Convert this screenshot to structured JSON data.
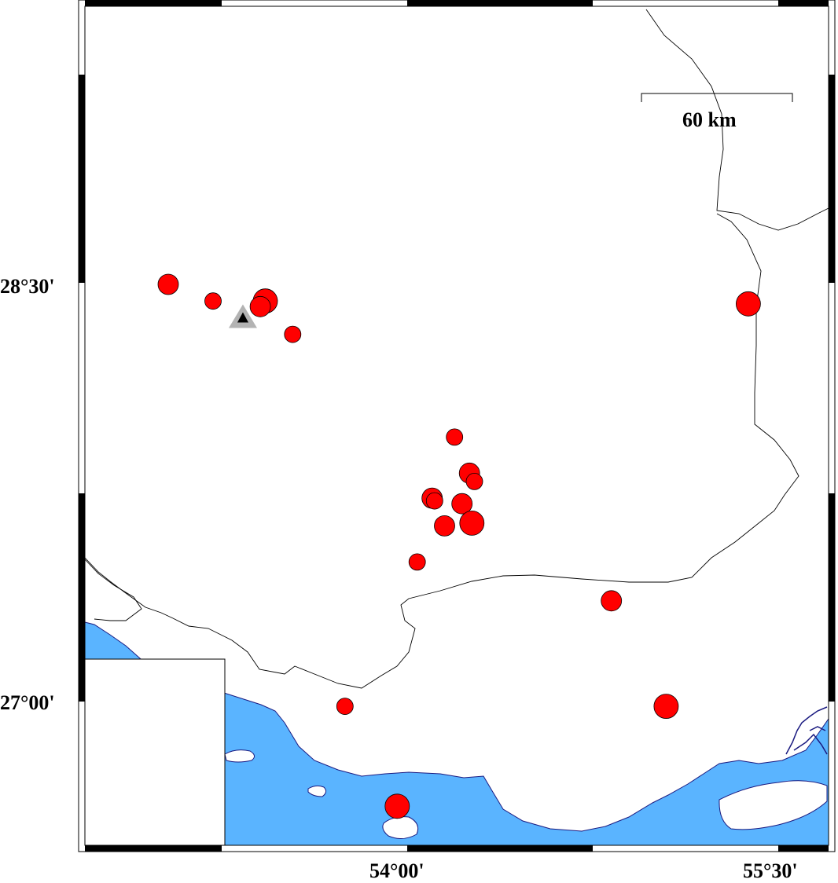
{
  "axes": {
    "lat_labels": [
      "28°30'",
      "27°00'"
    ],
    "lon_labels": [
      "54°00'",
      "55°30'"
    ]
  },
  "scale_bar": {
    "label": "60 km"
  },
  "colors": {
    "sea": "#5ab4ff",
    "land": "#ffffff",
    "coastline": "#1a1a80",
    "border": "#000000",
    "event": "#ff0000",
    "station_outer": "#b3b3b3",
    "station_inner": "#000000"
  },
  "station": {
    "icon": "triangle-station-icon",
    "lat": 28.38,
    "lon": 53.34
  },
  "events": [
    {
      "lat": 28.5,
      "lon": 53.04,
      "size": "medium"
    },
    {
      "lat": 28.44,
      "lon": 53.22,
      "size": "small"
    },
    {
      "lat": 28.44,
      "lon": 53.43,
      "size": "large"
    },
    {
      "lat": 28.42,
      "lon": 53.41,
      "size": "medium"
    },
    {
      "lat": 28.32,
      "lon": 53.54,
      "size": "small"
    },
    {
      "lat": 28.43,
      "lon": 55.37,
      "size": "large"
    },
    {
      "lat": 27.95,
      "lon": 54.19,
      "size": "small"
    },
    {
      "lat": 27.82,
      "lon": 54.25,
      "size": "medium"
    },
    {
      "lat": 27.79,
      "lon": 54.27,
      "size": "small"
    },
    {
      "lat": 27.73,
      "lon": 54.1,
      "size": "medium"
    },
    {
      "lat": 27.72,
      "lon": 54.11,
      "size": "small"
    },
    {
      "lat": 27.71,
      "lon": 54.22,
      "size": "medium"
    },
    {
      "lat": 27.64,
      "lon": 54.26,
      "size": "large"
    },
    {
      "lat": 27.63,
      "lon": 54.15,
      "size": "medium"
    },
    {
      "lat": 27.5,
      "lon": 54.04,
      "size": "small"
    },
    {
      "lat": 27.36,
      "lon": 54.82,
      "size": "medium"
    },
    {
      "lat": 26.98,
      "lon": 53.75,
      "size": "small"
    },
    {
      "lat": 26.98,
      "lon": 55.04,
      "size": "large"
    },
    {
      "lat": 26.62,
      "lon": 53.96,
      "size": "large"
    }
  ]
}
